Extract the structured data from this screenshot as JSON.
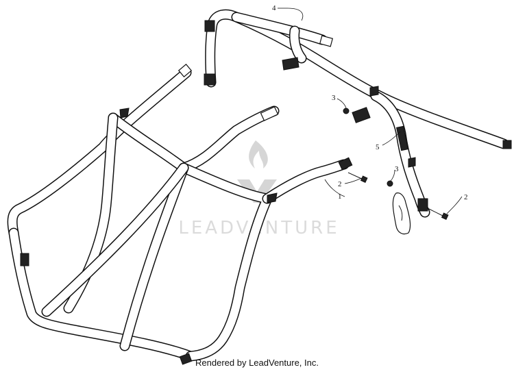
{
  "diagram": {
    "callouts": [
      {
        "id": "c4",
        "label": "4"
      },
      {
        "id": "c3a",
        "label": "3"
      },
      {
        "id": "c5",
        "label": "5"
      },
      {
        "id": "c3b",
        "label": "3"
      },
      {
        "id": "c2a",
        "label": "2"
      },
      {
        "id": "c1",
        "label": "1"
      },
      {
        "id": "c2b",
        "label": "2"
      }
    ],
    "watermark": {
      "text": "LEADVENTURE",
      "icon": "flame-logo-icon"
    },
    "footer": {
      "text": "Rendered by LeadVenture, Inc."
    }
  }
}
